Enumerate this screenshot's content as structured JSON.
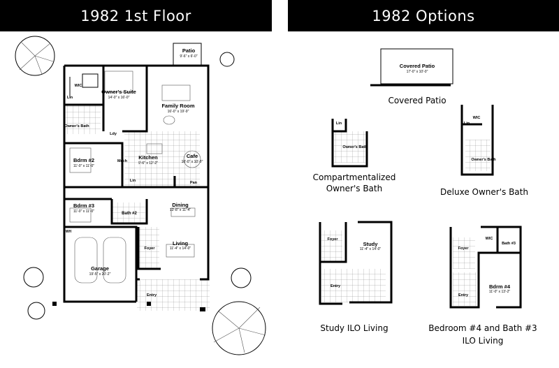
{
  "banners": {
    "left": "1982 1st Floor",
    "right": "1982 Options"
  },
  "rooms": {
    "patio": {
      "name": "Patio",
      "size": "9'-6\" x 6'-0\""
    },
    "wic": {
      "name": "WIC"
    },
    "lin1": {
      "name": "Lin"
    },
    "owners_suite": {
      "name": "Owner's Suite",
      "size": "14'-0\" x 16'-0\""
    },
    "family_room": {
      "name": "Family Room",
      "size": "16'-0\" x 19'-9\""
    },
    "owners_bath": {
      "name": "Owner's Bath"
    },
    "lndy": {
      "name": "Ldy"
    },
    "kitchen": {
      "name": "Kitchen",
      "size": "9'-6\" x 12'-2\""
    },
    "mech": {
      "name": "Mech"
    },
    "cafe": {
      "name": "Cafe",
      "size": "10'-0\" x 10'-0\""
    },
    "bdrm2": {
      "name": "Bdrm #2",
      "size": "11'-0\" x 11'-0\""
    },
    "lin2": {
      "name": "Lin"
    },
    "pan": {
      "name": "Pan"
    },
    "bdrm3": {
      "name": "Bdrm #3",
      "size": "11'-0\" x 11'-0\""
    },
    "bath2": {
      "name": "Bath #2"
    },
    "dining": {
      "name": "Dining",
      "size": "13'-8\" x 11'-4\""
    },
    "wh": {
      "name": "WH"
    },
    "foyer": {
      "name": "Foyer"
    },
    "living": {
      "name": "Living",
      "size": "11'-4\" x 14'-0\""
    },
    "garage": {
      "name": "Garage",
      "size": "19'-5\" x 20'-2\""
    },
    "entry": {
      "name": "Entry"
    }
  },
  "options": {
    "covered_patio": {
      "name": "Covered Patio",
      "size": "17'-0\" x 10'-0\"",
      "caption": "Covered Patio"
    },
    "comp_bath": {
      "lin": "Lin",
      "room": "Owner's Bath",
      "caption_line1": "Compartmentalized",
      "caption_line2": "Owner's Bath"
    },
    "deluxe_bath": {
      "wic": "WIC",
      "lin": "Lin",
      "room": "Owner's Bath",
      "caption": "Deluxe Owner's Bath"
    },
    "study": {
      "foyer": "Foyer",
      "room": "Study",
      "size": "11'-4\" x 14'-0\"",
      "entry": "Entry",
      "caption": "Study ILO Living"
    },
    "bdrm4": {
      "foyer": "Foyer",
      "wic": "WIC",
      "bath": "Bath #3",
      "room": "Bdrm #4",
      "size": "11'-0\" x 13'-2\"",
      "entry": "Entry",
      "caption_line1": "Bedroom #4 and Bath #3",
      "caption_line2": "ILO Living"
    }
  }
}
